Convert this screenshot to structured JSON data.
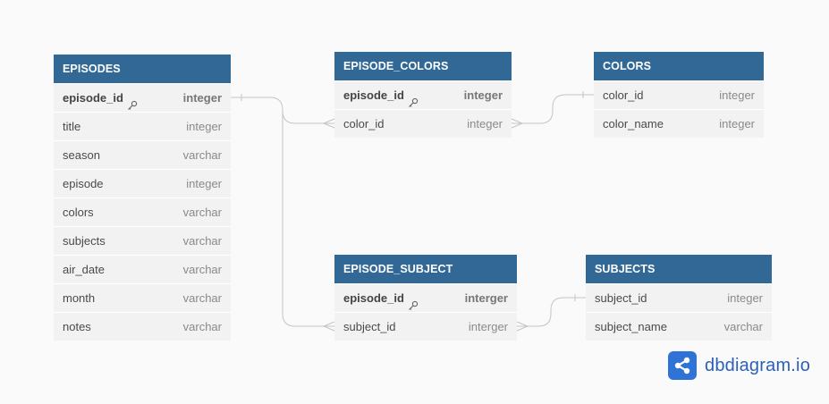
{
  "tables": {
    "episodes": {
      "name": "EPISODES",
      "fields": [
        {
          "name": "episode_id",
          "type": "integer",
          "pk": true
        },
        {
          "name": "title",
          "type": "integer"
        },
        {
          "name": "season",
          "type": "varchar"
        },
        {
          "name": "episode",
          "type": "integer"
        },
        {
          "name": "colors",
          "type": "varchar"
        },
        {
          "name": "subjects",
          "type": "varchar"
        },
        {
          "name": "air_date",
          "type": "varchar"
        },
        {
          "name": "month",
          "type": "varchar"
        },
        {
          "name": "notes",
          "type": "varchar"
        }
      ]
    },
    "episode_colors": {
      "name": "EPISODE_COLORS",
      "fields": [
        {
          "name": "episode_id",
          "type": "integer",
          "pk": true
        },
        {
          "name": "color_id",
          "type": "integer"
        }
      ]
    },
    "colors": {
      "name": "COLORS",
      "fields": [
        {
          "name": "color_id",
          "type": "integer"
        },
        {
          "name": "color_name",
          "type": "integer"
        }
      ]
    },
    "episode_subject": {
      "name": "EPISODE_SUBJECT",
      "fields": [
        {
          "name": "episode_id",
          "type": "interger",
          "pk": true
        },
        {
          "name": "subject_id",
          "type": "interger"
        }
      ]
    },
    "subjects": {
      "name": "SUBJECTS",
      "fields": [
        {
          "name": "subject_id",
          "type": "integer"
        },
        {
          "name": "subject_name",
          "type": "varchar"
        }
      ]
    }
  },
  "relationships": [
    {
      "from": "EPISODES.episode_id",
      "to": "EPISODE_COLORS.color_id",
      "from_card": "one",
      "to_card": "many"
    },
    {
      "from": "EPISODES.episode_id",
      "to": "EPISODE_SUBJECT.subject_id",
      "from_card": "one",
      "to_card": "many"
    },
    {
      "from": "COLORS.color_id",
      "to": "EPISODE_COLORS.color_id",
      "from_card": "one",
      "to_card": "many"
    },
    {
      "from": "SUBJECTS.subject_id",
      "to": "EPISODE_SUBJECT.subject_id",
      "from_card": "one",
      "to_card": "many"
    }
  ],
  "branding": {
    "logo_text": "dbdiagram.io",
    "logo_icon": "share-nodes-icon"
  },
  "colors": {
    "header_bg": "#316896",
    "table_bg": "#f2f2f2",
    "connector": "#c4c4c4",
    "logo_blue": "#2f73d6"
  }
}
